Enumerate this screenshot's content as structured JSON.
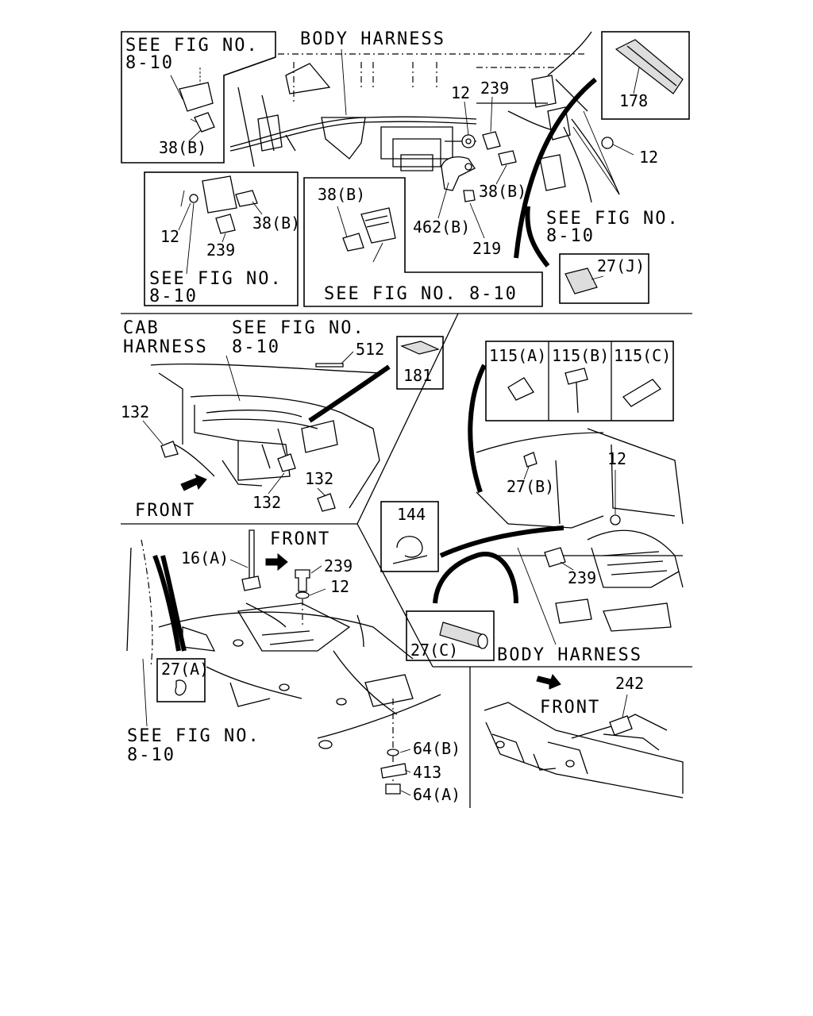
{
  "labels": {
    "l_see_fig_tl_1": "SEE FIG NO.",
    "l_see_fig_tl_2": "8-10",
    "l_body_harness_top": "BODY HARNESS",
    "l_38b_a": "38(B)",
    "l_12_a": "12",
    "l_239_a": "239",
    "l_178": "178",
    "l_12_b": "12",
    "l_38b_b": "38(B)",
    "l_38b_c": "38(B)",
    "l_12_c": "12",
    "l_239_b": "239",
    "l_see_fig_ml_1": "SEE FIG NO.",
    "l_see_fig_ml_2": "8-10",
    "l_38b_d": "38(B)",
    "l_see_fig_mc": "SEE FIG NO. 8-10",
    "l_462b": "462(B)",
    "l_219": "219",
    "l_see_fig_r_1": "SEE FIG NO.",
    "l_see_fig_r_2": "8-10",
    "l_27j": "27(J)",
    "l_cab": "CAB",
    "l_harness": "HARNESS",
    "l_see_fig_cab_1": "SEE FIG NO.",
    "l_see_fig_cab_2": "8-10",
    "l_512": "512",
    "l_181": "181",
    "l_132_a": "132",
    "l_132_b": "132",
    "l_132_c": "132",
    "l_front_a": "FRONT",
    "l_115a": "115(A)",
    "l_115b": "115(B)",
    "l_115c": "115(C)",
    "l_12_d": "12",
    "l_27b": "27(B)",
    "l_144": "144",
    "l_239_c": "239",
    "l_27c": "27(C)",
    "l_body_harness_bot": "BODY HARNESS",
    "l_16a": "16(A)",
    "l_front_b": "FRONT",
    "l_239_d": "239",
    "l_12_e": "12",
    "l_27a": "27(A)",
    "l_see_fig_bl_1": "SEE FIG NO.",
    "l_see_fig_bl_2": "8-10",
    "l_64b": "64(B)",
    "l_413": "413",
    "l_64a": "64(A)",
    "l_242": "242",
    "l_front_c": "FRONT"
  },
  "colors": {
    "ink": "#000000",
    "paper": "#ffffff"
  }
}
